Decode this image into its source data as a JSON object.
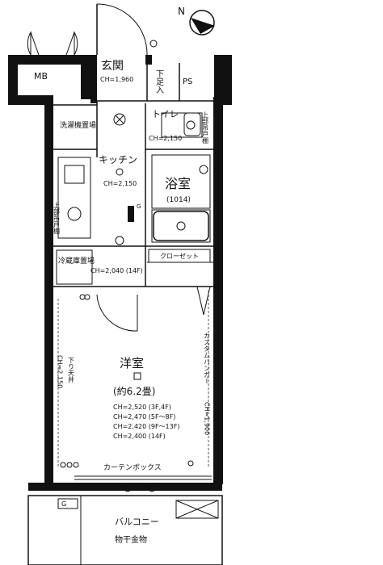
{
  "rooms": {
    "mb": "MB",
    "entrance": "玄関",
    "entrance_ch": "CH=1,960",
    "shoe_box": "下足入",
    "ps": "PS",
    "toilet": "トイレ",
    "toilet_ch": "CH=2,150",
    "upper_cabinet_toilet": "上部吊戸棚",
    "laundry_area": "洗濯機置場",
    "kitchen": "キッチン",
    "kitchen_ch": "CH=2,150",
    "upper_cabinet_kitchen": "上部吊戸棚",
    "bath": "浴室",
    "bath_size": "(1014)",
    "fridge_area": "冷蔵庫置場",
    "corridor_ch": "CH=2,040 (14F)",
    "closet": "クローゼット",
    "western_room": "洋室",
    "western_room_size": "(約6.2畳)",
    "western_ch": [
      "CH=2,520 (3F,4F)",
      "CH=2,470 (5F〜8F)",
      "CH=2,420 (9F〜13F)",
      "CH=2,400 (14F)"
    ],
    "lowered_ceiling": "下り天井",
    "left_ch": "CH=2,150",
    "curtain_hanger": "カスタムハンガー",
    "right_ch": "CH=1,900",
    "curtain_box": "カーテンボックス",
    "balcony": "バルコニー",
    "drying_rack": "物干金物",
    "balcony_g": "G",
    "kitchen_g": "G"
  },
  "icons": {
    "north": "compass-north-icon"
  }
}
